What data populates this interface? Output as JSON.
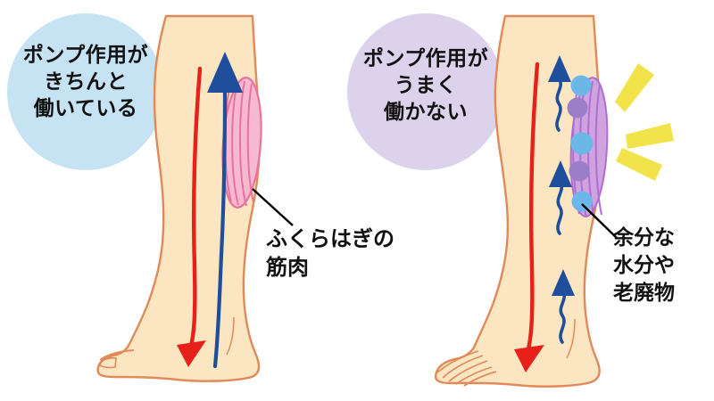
{
  "illustration": {
    "title_alt": "ふくらはぎの筋ポンプ作用の比較イラスト",
    "background_color": "#ffffff"
  },
  "panels": [
    {
      "id": "left-panel",
      "state": "normal",
      "bubble": {
        "name": "bubble-left",
        "fill_color": "#c5e3f2",
        "text": "ポンプ作用が\nきちんと\n働いている",
        "lines": [
          "ポンプ作用が",
          "きちんと",
          "働いている"
        ]
      },
      "leg": {
        "skin_color": "#fce6c2",
        "outline_color": "#e08a5a",
        "artery_color": "#e8201a",
        "vein_color": "#1f4e9c",
        "muscle_color": "#f19ec2",
        "muscle_stripe_color": "#e8739f",
        "artery_direction": "down",
        "vein_direction": "up",
        "vein_style": "straight"
      },
      "callout": {
        "name": "callout-muscle",
        "text": "ふくらはぎの\n筋肉",
        "lines": [
          "ふくらはぎの",
          "筋肉"
        ],
        "leader_color": "#000000"
      }
    },
    {
      "id": "right-panel",
      "state": "impaired",
      "bubble": {
        "name": "bubble-right",
        "fill_color": "#ddd2ec",
        "text": "ポンプ作用が\nうまく\n働かない",
        "lines": [
          "ポンプ作用が",
          "うまく",
          "働かない"
        ]
      },
      "leg": {
        "skin_color": "#fce6c2",
        "outline_color": "#e08a5a",
        "artery_color": "#e8201a",
        "vein_color": "#1f4e9c",
        "muscle_color": "#c28ed6",
        "muscle_stripe_color": "#b06fd0",
        "artery_direction": "down",
        "vein_direction": "up",
        "vein_style": "wavy",
        "swelling_marks_color": "#f2e34a",
        "swelling_marks_count": 3,
        "fluid_bubbles": [
          {
            "color": "#6bb7e8",
            "label": "excess-water"
          },
          {
            "color": "#9b7ec8",
            "label": "waste"
          },
          {
            "color": "#6bb7e8",
            "label": "excess-water"
          },
          {
            "color": "#9b7ec8",
            "label": "waste"
          },
          {
            "color": "#6bb7e8",
            "label": "excess-water"
          }
        ]
      },
      "callout": {
        "name": "callout-waste",
        "text": "余分な\n水分や\n老廃物",
        "lines": [
          "余分な",
          "水分や",
          "老廃物"
        ],
        "leader_color": "#000000"
      }
    }
  ]
}
